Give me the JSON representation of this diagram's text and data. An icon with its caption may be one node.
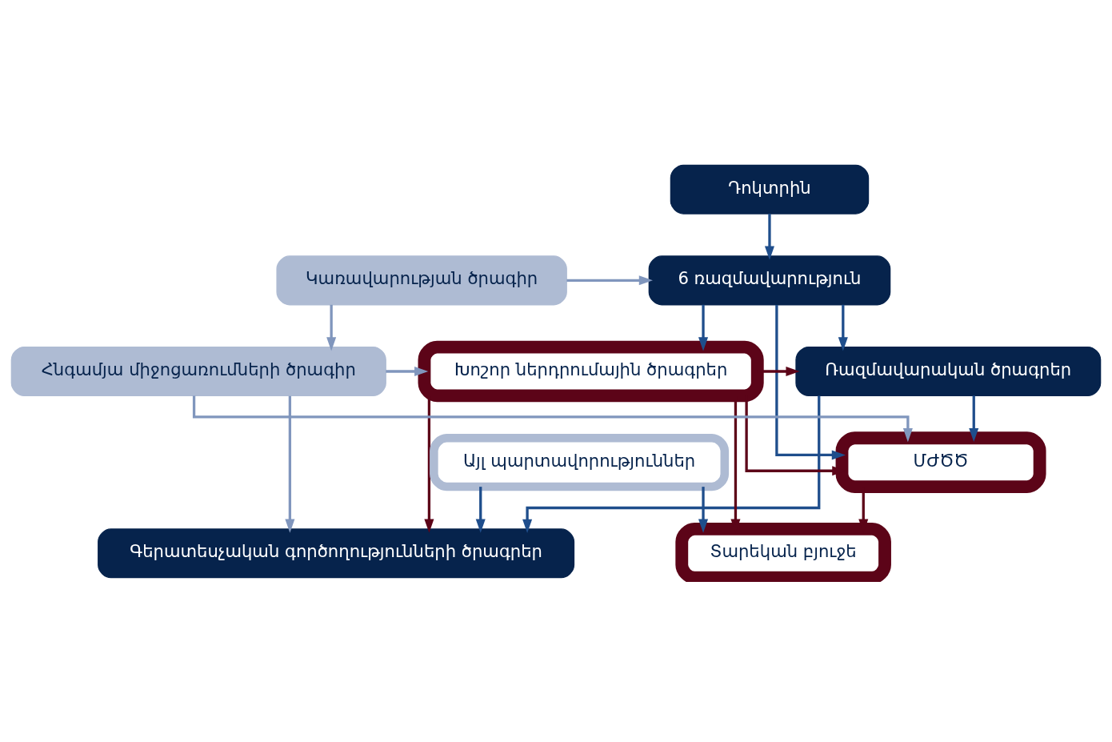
{
  "diagram": {
    "nodes": [
      {
        "text": [
          "Դոկտրին"
        ]
      },
      {
        "text": [
          "6 ռազմավարություն"
        ]
      },
      {
        "text": [
          "Կառավարության ծրագիր"
        ]
      },
      {
        "text": [
          "Ռազմավարական ծրագրեր"
        ]
      },
      {
        "text": [
          "Խոշոր ներդրումային ծրագրեր"
        ]
      },
      {
        "text": [
          "Հնգամյա միջոցառումների ծրագիր"
        ]
      },
      {
        "text": [
          "Այլ պարտավորություններ"
        ]
      },
      {
        "text": [
          "ՄԺԾԾ"
        ]
      },
      {
        "text": [
          "Տարեկան բյուջե"
        ]
      },
      {
        "text": [
          "Գերատեսչական գործողությունների ծրագրեր"
        ]
      }
    ],
    "edges": [
      {
        "from": 0,
        "to": 1,
        "arrow": "to"
      },
      {
        "from": 2,
        "to": 1,
        "arrow": "to",
        "color": "#8096bd"
      },
      {
        "from": 1,
        "to": 3,
        "arrow": "to"
      },
      {
        "from": 1,
        "to": 4,
        "arrow": "to"
      },
      {
        "from": 1,
        "to": 7,
        "arrow": "to"
      },
      {
        "from": 2,
        "to": 5,
        "arrow": "to",
        "color": "#8096bd"
      },
      {
        "from": 4,
        "to": 3,
        "arrow": "to",
        "color": "#5c0418"
      },
      {
        "from": 5,
        "to": 4,
        "arrow": "to",
        "color": "#8096bd"
      },
      {
        "from": 3,
        "to": 7,
        "arrow": "to"
      },
      {
        "from": 4,
        "to": 7,
        "arrow": "to",
        "color": "#5c0418"
      },
      {
        "from": 5,
        "to": 7,
        "arrow": "to",
        "color": "#8096bd"
      },
      {
        "from": 7,
        "to": 8,
        "arrow": "to",
        "color": "#5c0418"
      },
      {
        "from": 6,
        "to": 9,
        "arrow": "to"
      },
      {
        "from": 6,
        "to": 8,
        "arrow": "to"
      },
      {
        "from": 3,
        "to": 9,
        "arrow": "to"
      },
      {
        "from": 4,
        "to": 8,
        "arrow": "to",
        "color": "#5c0418"
      },
      {
        "from": 4,
        "to": 9,
        "arrow": "to",
        "color": "#5c0418"
      },
      {
        "from": 5,
        "to": 9,
        "arrow": "to",
        "color": "#8096bd"
      }
    ]
  }
}
